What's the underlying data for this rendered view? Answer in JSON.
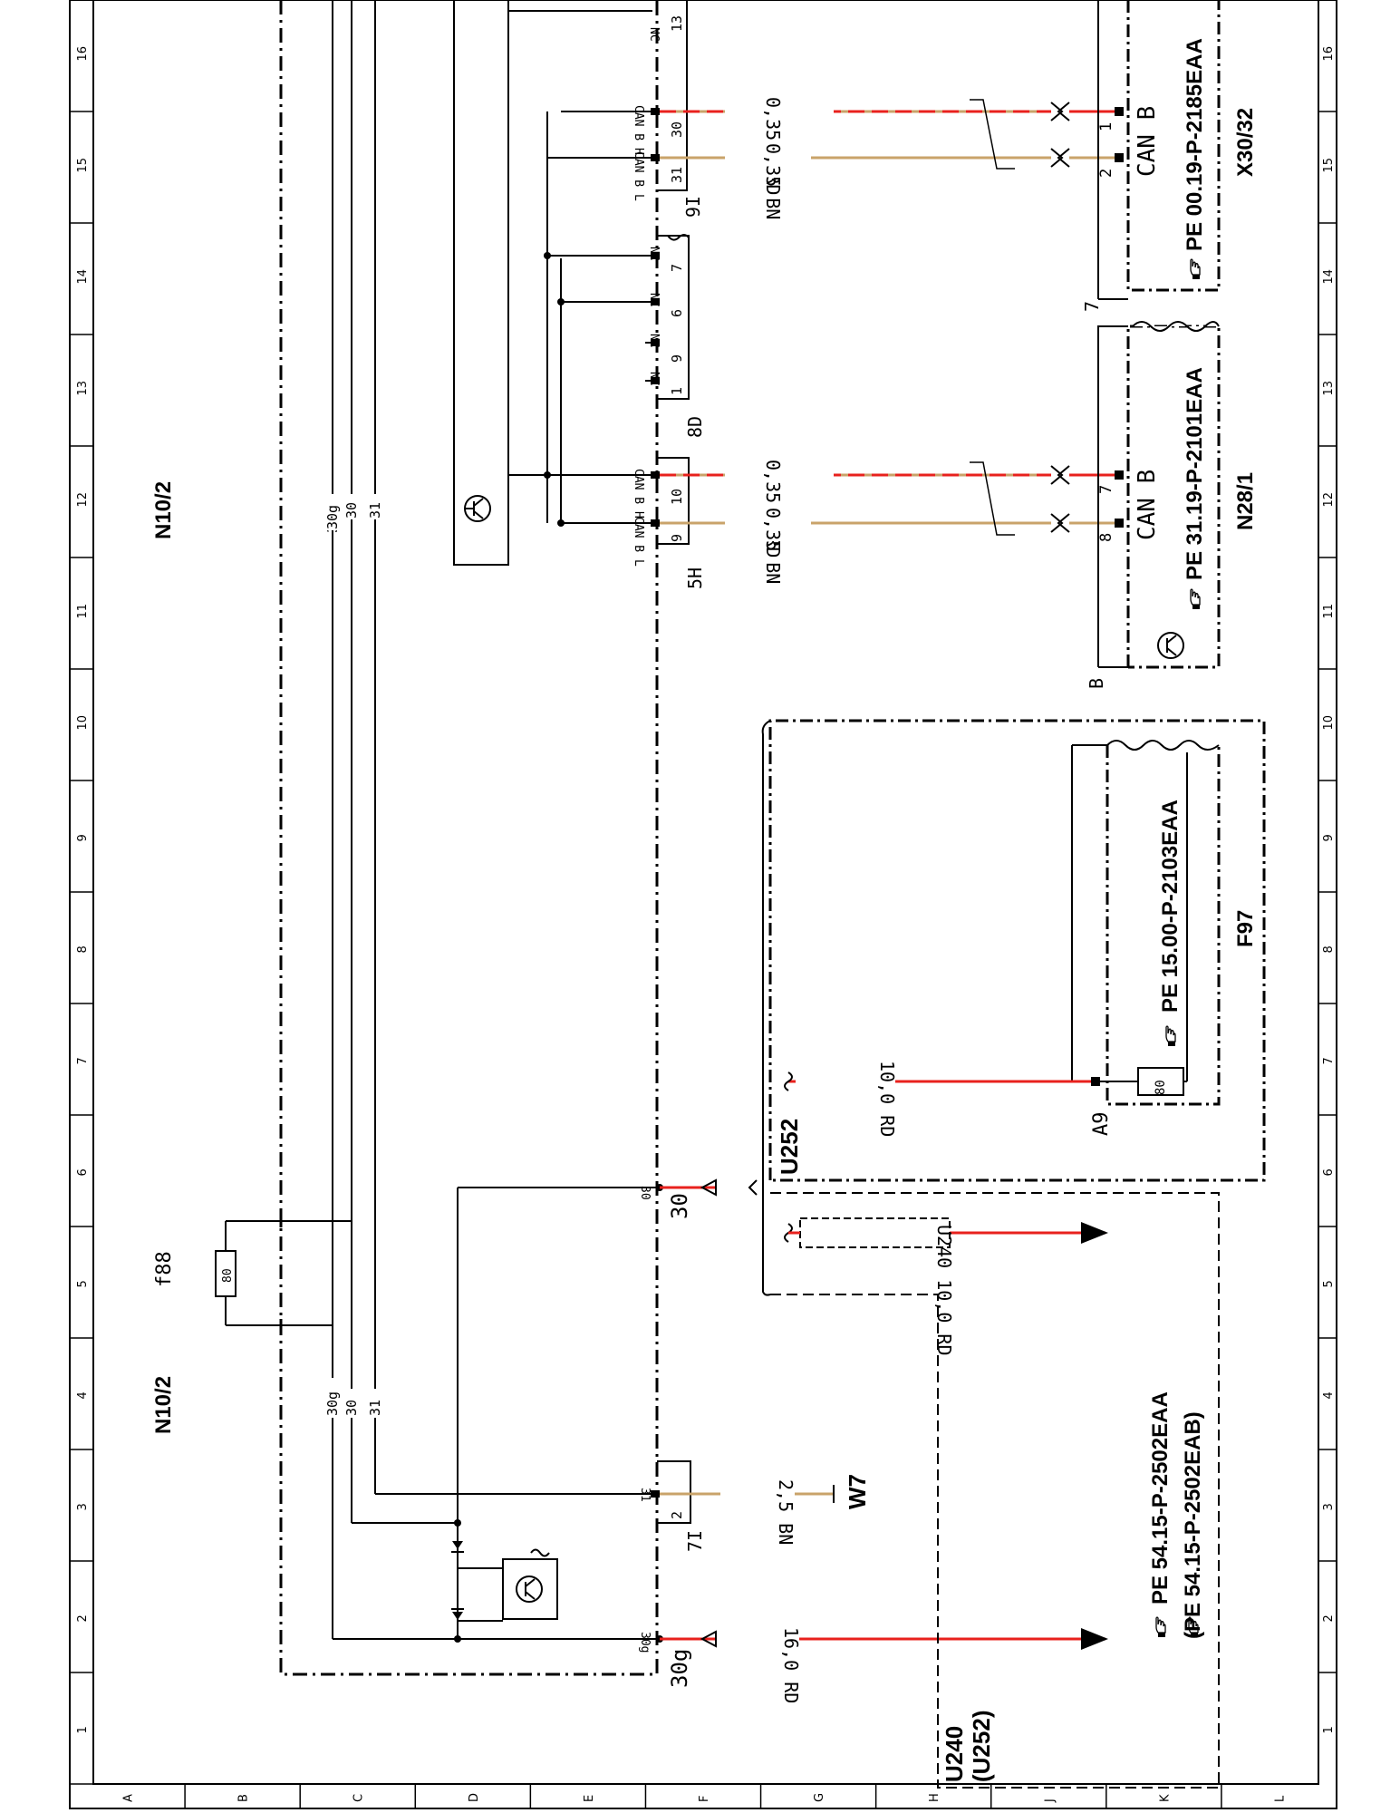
{
  "diagram": {
    "title": "N10/2",
    "grid": {
      "columns": [
        "1",
        "2",
        "3",
        "4",
        "5",
        "6",
        "7",
        "8",
        "9",
        "10",
        "11",
        "12",
        "13",
        "14",
        "15",
        "16"
      ],
      "rows": [
        "A",
        "B",
        "C",
        "D",
        "E",
        "F",
        "G",
        "H",
        "J",
        "K",
        "L"
      ]
    },
    "modules": {
      "n10_2_left": "N10/2",
      "n10_2_right": "N10/2",
      "f88": "f88",
      "u240": "U240",
      "u240_sub": "(U252)",
      "u252": "U252",
      "f97": "F97",
      "a9": "A9",
      "w7": "W7",
      "n28_1": "N28/1",
      "x30_32": "X30/32",
      "b_tag": "B",
      "seven_tag": "7"
    },
    "fuses": {
      "f88_value": "80",
      "f97_value": "80"
    },
    "busbar": {
      "b30g": "30g",
      "b30": "30",
      "b31": "31"
    },
    "connectors": {
      "c7I": "7I",
      "c5H": "5H",
      "c8D": "8D",
      "c9I": "9I",
      "p30": "30",
      "p30g": "30g"
    },
    "pins": {
      "p30g": "30g",
      "p30": "30",
      "p31": "31",
      "pin2": "2",
      "pin9": "9",
      "pin10": "10",
      "pin1": "1",
      "pin9b": "9",
      "pin6": "6",
      "pin7": "7",
      "pin31": "31",
      "pin30": "30",
      "pin13": "13",
      "canbl": "CAN B L",
      "canbh": "CAN B H",
      "nc": "NC",
      "n28_p8": "8",
      "n28_p7": "7",
      "x30_p2": "2",
      "x30_p1": "1"
    },
    "wires": {
      "w30g": "16,0 RD",
      "w31": "2,5 BN",
      "wcanl": "0,35 BN",
      "wcanh": "0,35 BNRD",
      "w_u240": "U240 10,0 RD",
      "w_f97": "10,0 RD"
    },
    "buses": {
      "canb": "CAN B"
    },
    "references": {
      "ref_u240_a": "PE 54.15-P-2502EAA",
      "ref_u240_b": "(PE 54.15-P-2502EAB)",
      "ref_f97": "PE 15.00-P-2103EAA",
      "ref_n28": "PE 31.19-P-2101EAA",
      "ref_x30": "PE 00.19-P-2185EAA"
    },
    "colors": {
      "red": "#e8211d",
      "brown": "#c9a36a",
      "ink": "#000000"
    },
    "icons": [
      "transistor-icon",
      "pointing-hand-icon",
      "diode-icon",
      "arrow-icon"
    ]
  }
}
